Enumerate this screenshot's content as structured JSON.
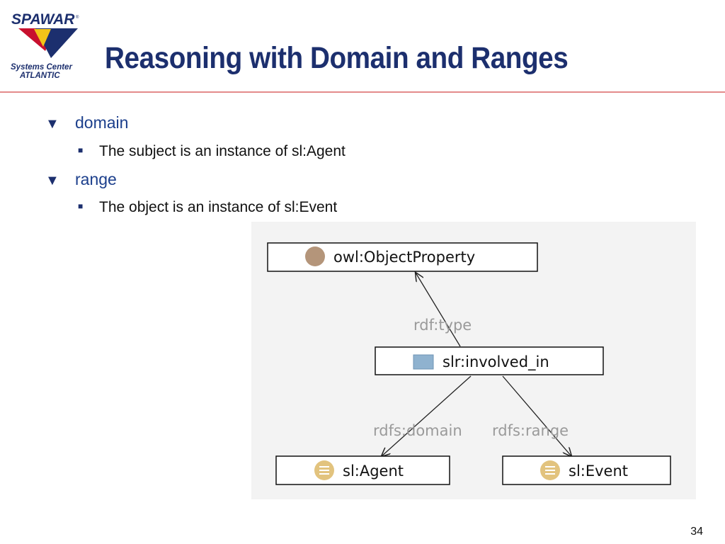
{
  "logo": {
    "brand": "SPAWAR",
    "line1": "Systems Center",
    "line2": "ATLANTIC"
  },
  "slide": {
    "title": "Reasoning with Domain and Ranges",
    "page_number": "34"
  },
  "bullets": [
    {
      "label": "domain",
      "sub": "The subject is an instance of sl:Agent"
    },
    {
      "label": "range",
      "sub": "The object is an instance of sl:Event"
    }
  ],
  "diagram": {
    "nodes": {
      "object_property": "owl:ObjectProperty",
      "involved_in": "slr:involved_in",
      "agent": "sl:Agent",
      "event": "sl:Event"
    },
    "edges": {
      "type": "rdf:type",
      "domain": "rdfs:domain",
      "range": "rdfs:range"
    },
    "colors": {
      "property_icon": "#b4957a",
      "class_icon": "#e2c37e",
      "object_property_icon": "#8fb2cf",
      "edge_label": "#9a9a9a"
    }
  }
}
